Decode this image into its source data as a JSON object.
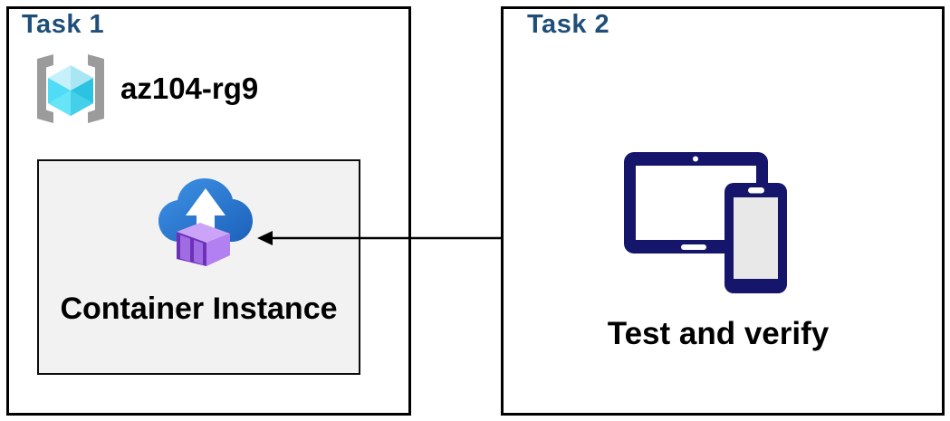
{
  "task1": {
    "title": "Task 1",
    "resource_group_name": "az104-rg9",
    "container_label": "Container Instance"
  },
  "task2": {
    "title": "Task 2",
    "caption": "Test and verify"
  },
  "icons": {
    "resource_group": "resource-group-icon",
    "container_instance": "container-instance-icon",
    "devices": "devices-icon",
    "arrow": "arrow-left-connector"
  },
  "colors": {
    "task_title": "#1f4e79",
    "text": "#000000",
    "box_border": "#000000",
    "inner_box_bg": "#f2f2f2",
    "device_navy": "#15156b",
    "device_screen_gray": "#e8e8e8",
    "cloud_blue_start": "#3e93e6",
    "cloud_blue_end": "#1c61ba",
    "container_purple_top": "#cba4f8",
    "container_purple_side": "#b380f2",
    "container_purple_front": "#6d30b8",
    "container_stripe": "#a06ce4",
    "cube_top_left": "#c6f1fa",
    "cube_top_right": "#a8e6f4",
    "cube_left": "#4fdcf6",
    "cube_right": "#2cc3e2",
    "bracket_gray": "#9b9b9b"
  }
}
